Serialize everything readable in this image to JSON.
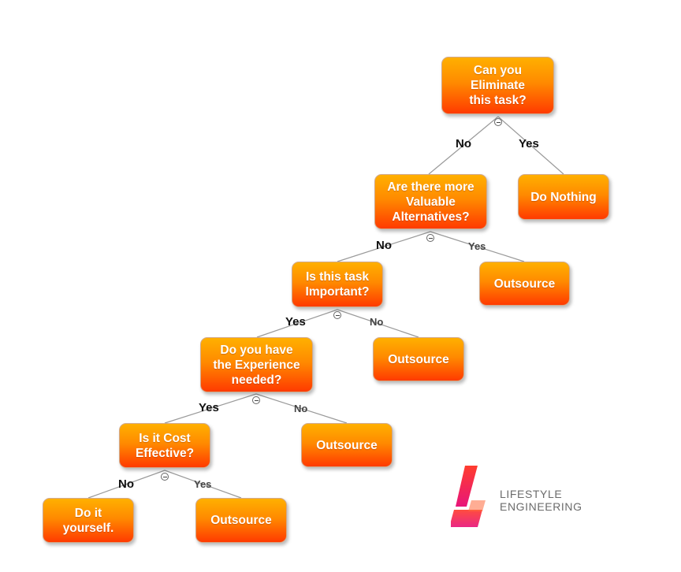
{
  "nodes": {
    "eliminate": "Can you\nEliminate\nthis task?",
    "do_nothing": "Do Nothing",
    "valuable_alternatives": "Are there more\nValuable\nAlternatives?",
    "outsource_1": "Outsource",
    "important": "Is this task\nImportant?",
    "outsource_2": "Outsource",
    "experience": "Do you have\nthe Experience\nneeded?",
    "outsource_3": "Outsource",
    "cost_effective": "Is it Cost\nEffective?",
    "outsource_4": "Outsource",
    "do_it_yourself": "Do it\nyourself."
  },
  "edges": {
    "eliminate_no": "No",
    "eliminate_yes": "Yes",
    "alternatives_no": "No",
    "alternatives_yes": "Yes",
    "important_yes": "Yes",
    "important_no": "No",
    "experience_yes": "Yes",
    "experience_no": "No",
    "cost_no": "No",
    "cost_yes": "Yes"
  },
  "logo": {
    "line1": "LIFESTYLE",
    "line2": "ENGINEERING",
    "colors": {
      "top": "#ff3d2e",
      "bottom": "#e8157a"
    }
  },
  "colors": {
    "node_top": "#ffb000",
    "node_bottom": "#ff3a00",
    "connector": "#9a9a9a"
  }
}
